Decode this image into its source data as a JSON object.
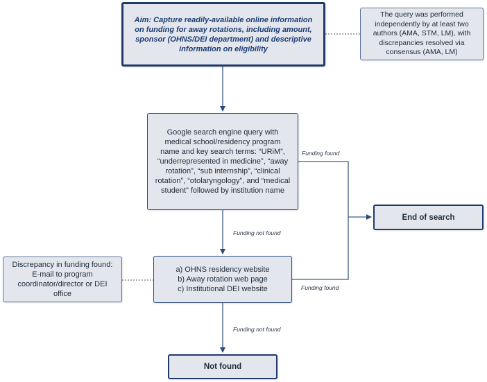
{
  "nodes": {
    "aim": "Aim: Capture readily-available online information on funding for away rotations, including amount, sponsor (OHNS/DEI department) and descriptive information on eligibility",
    "note": "The query was performed independently by at least two authors (AMA, STM, LM), with discrepancies resolved via consensus (AMA, LM)",
    "query": "Google search engine query with medical school/residency program name and key search terms: “URiM”, “underrepresented in medicine”, “away rotation”, “sub internship”, “clinical rotation”, “otolaryngology”, and “medical student” followed by institution name",
    "end_of_search": "End of search",
    "sources": "a) OHNS residency website\nb) Away rotation web page\nc) Institutional DEI website",
    "discrepancy": "Discrepancy in funding found:\nE-mail to program coordinator/director or DEI office",
    "not_found": "Not found"
  },
  "edge_labels": {
    "funding_found_1": "Funding found",
    "funding_not_found_1": "Funding not found",
    "funding_found_2": "Funding found",
    "funding_not_found_2": "Funding not found"
  },
  "colors": {
    "box_fill": "#e3e7ed",
    "border": "#1f3a6b",
    "connector": "#3a5a8c",
    "aim_text": "#1e3d73"
  }
}
